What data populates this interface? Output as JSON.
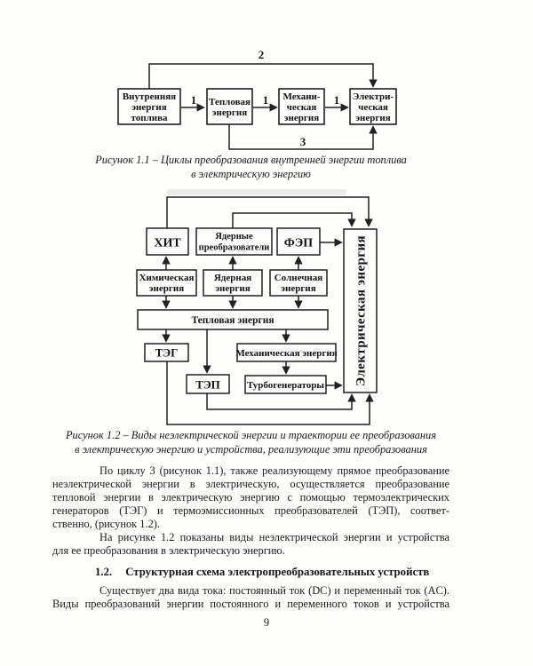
{
  "fig1": {
    "caption": [
      "Рисунок 1.1 – Циклы преобразования внутренней энергии топлива",
      "в электрическую энергию"
    ],
    "labels": {
      "one_a": "1",
      "one_b": "1",
      "one_c": "1",
      "two": "2",
      "three": "3"
    },
    "boxes": {
      "internal": [
        "Внутренняя",
        "энергия",
        "топлива"
      ],
      "thermal": [
        "Тепловая",
        "энергия"
      ],
      "mechanical": [
        "Механи-",
        "ческая",
        "энергия"
      ],
      "electrical": [
        "Электри-",
        "ческая",
        "энергия"
      ]
    }
  },
  "fig2": {
    "caption": [
      "Рисунок 1.2 – Виды неэлектрической энергии и траектории ее преобразования",
      "в электрическую энергию и устройства, реализующие эти преобразования"
    ],
    "boxes": {
      "hit": "ХИТ",
      "nuclear_converters": [
        "Ядерные",
        "преобразователи"
      ],
      "fep": "ФЭП",
      "chemical_energy": [
        "Химическая",
        "энергия"
      ],
      "nuclear_energy": [
        "Ядерная",
        "энергия"
      ],
      "solar_energy": [
        "Солнечная",
        "энергия"
      ],
      "thermal_energy": "Тепловая энергия",
      "teg": "ТЭГ",
      "mechanical_energy": "Механическая энергия",
      "tep": "ТЭП",
      "turbogenerators": "Турбогенераторы",
      "electrical_energy": "Электрическая энергия"
    }
  },
  "body": {
    "para1": [
      "По циклу 3 (рисунок 1.1), также реализующему прямое преобразование",
      "неэлектрической энергии в электрическую, осуществляется преобразование",
      "тепловой энергии в электрическую энергию с помощью термоэлектрических",
      "генераторов (ТЭГ) и термоэмиссионных преобразователей (ТЭП), соответ-",
      "ственно, (рисунок 1.2)."
    ],
    "para2": [
      "На рисунке 1.2 показаны виды неэлектрической энергии и устройства",
      "для ее преобразования в электрическую энергию."
    ],
    "heading": {
      "number": "1.2.",
      "title": "Структурная схема электропреобразовательных устройств"
    },
    "para3": [
      "Существует два вида тока: постоянный ток (DC) и переменный ток (AC).",
      "Виды преобразований энергии постоянного и переменного токов и устройства"
    ],
    "page_number": "9"
  }
}
